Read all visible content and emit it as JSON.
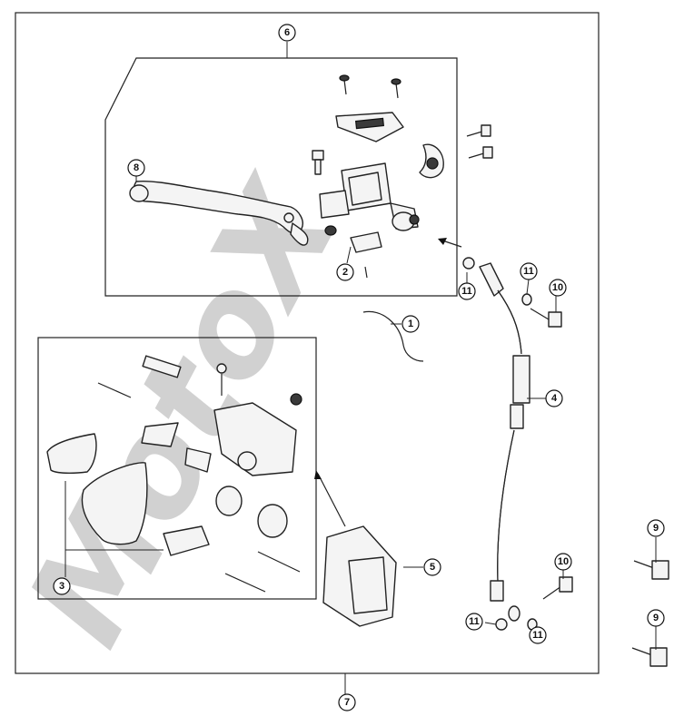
{
  "diagram": {
    "watermark": "MotoX",
    "callouts": [
      "1",
      "2",
      "3",
      "4",
      "5",
      "6",
      "7",
      "8",
      "9",
      "9",
      "10",
      "10",
      "11",
      "11",
      "11",
      "11"
    ]
  }
}
